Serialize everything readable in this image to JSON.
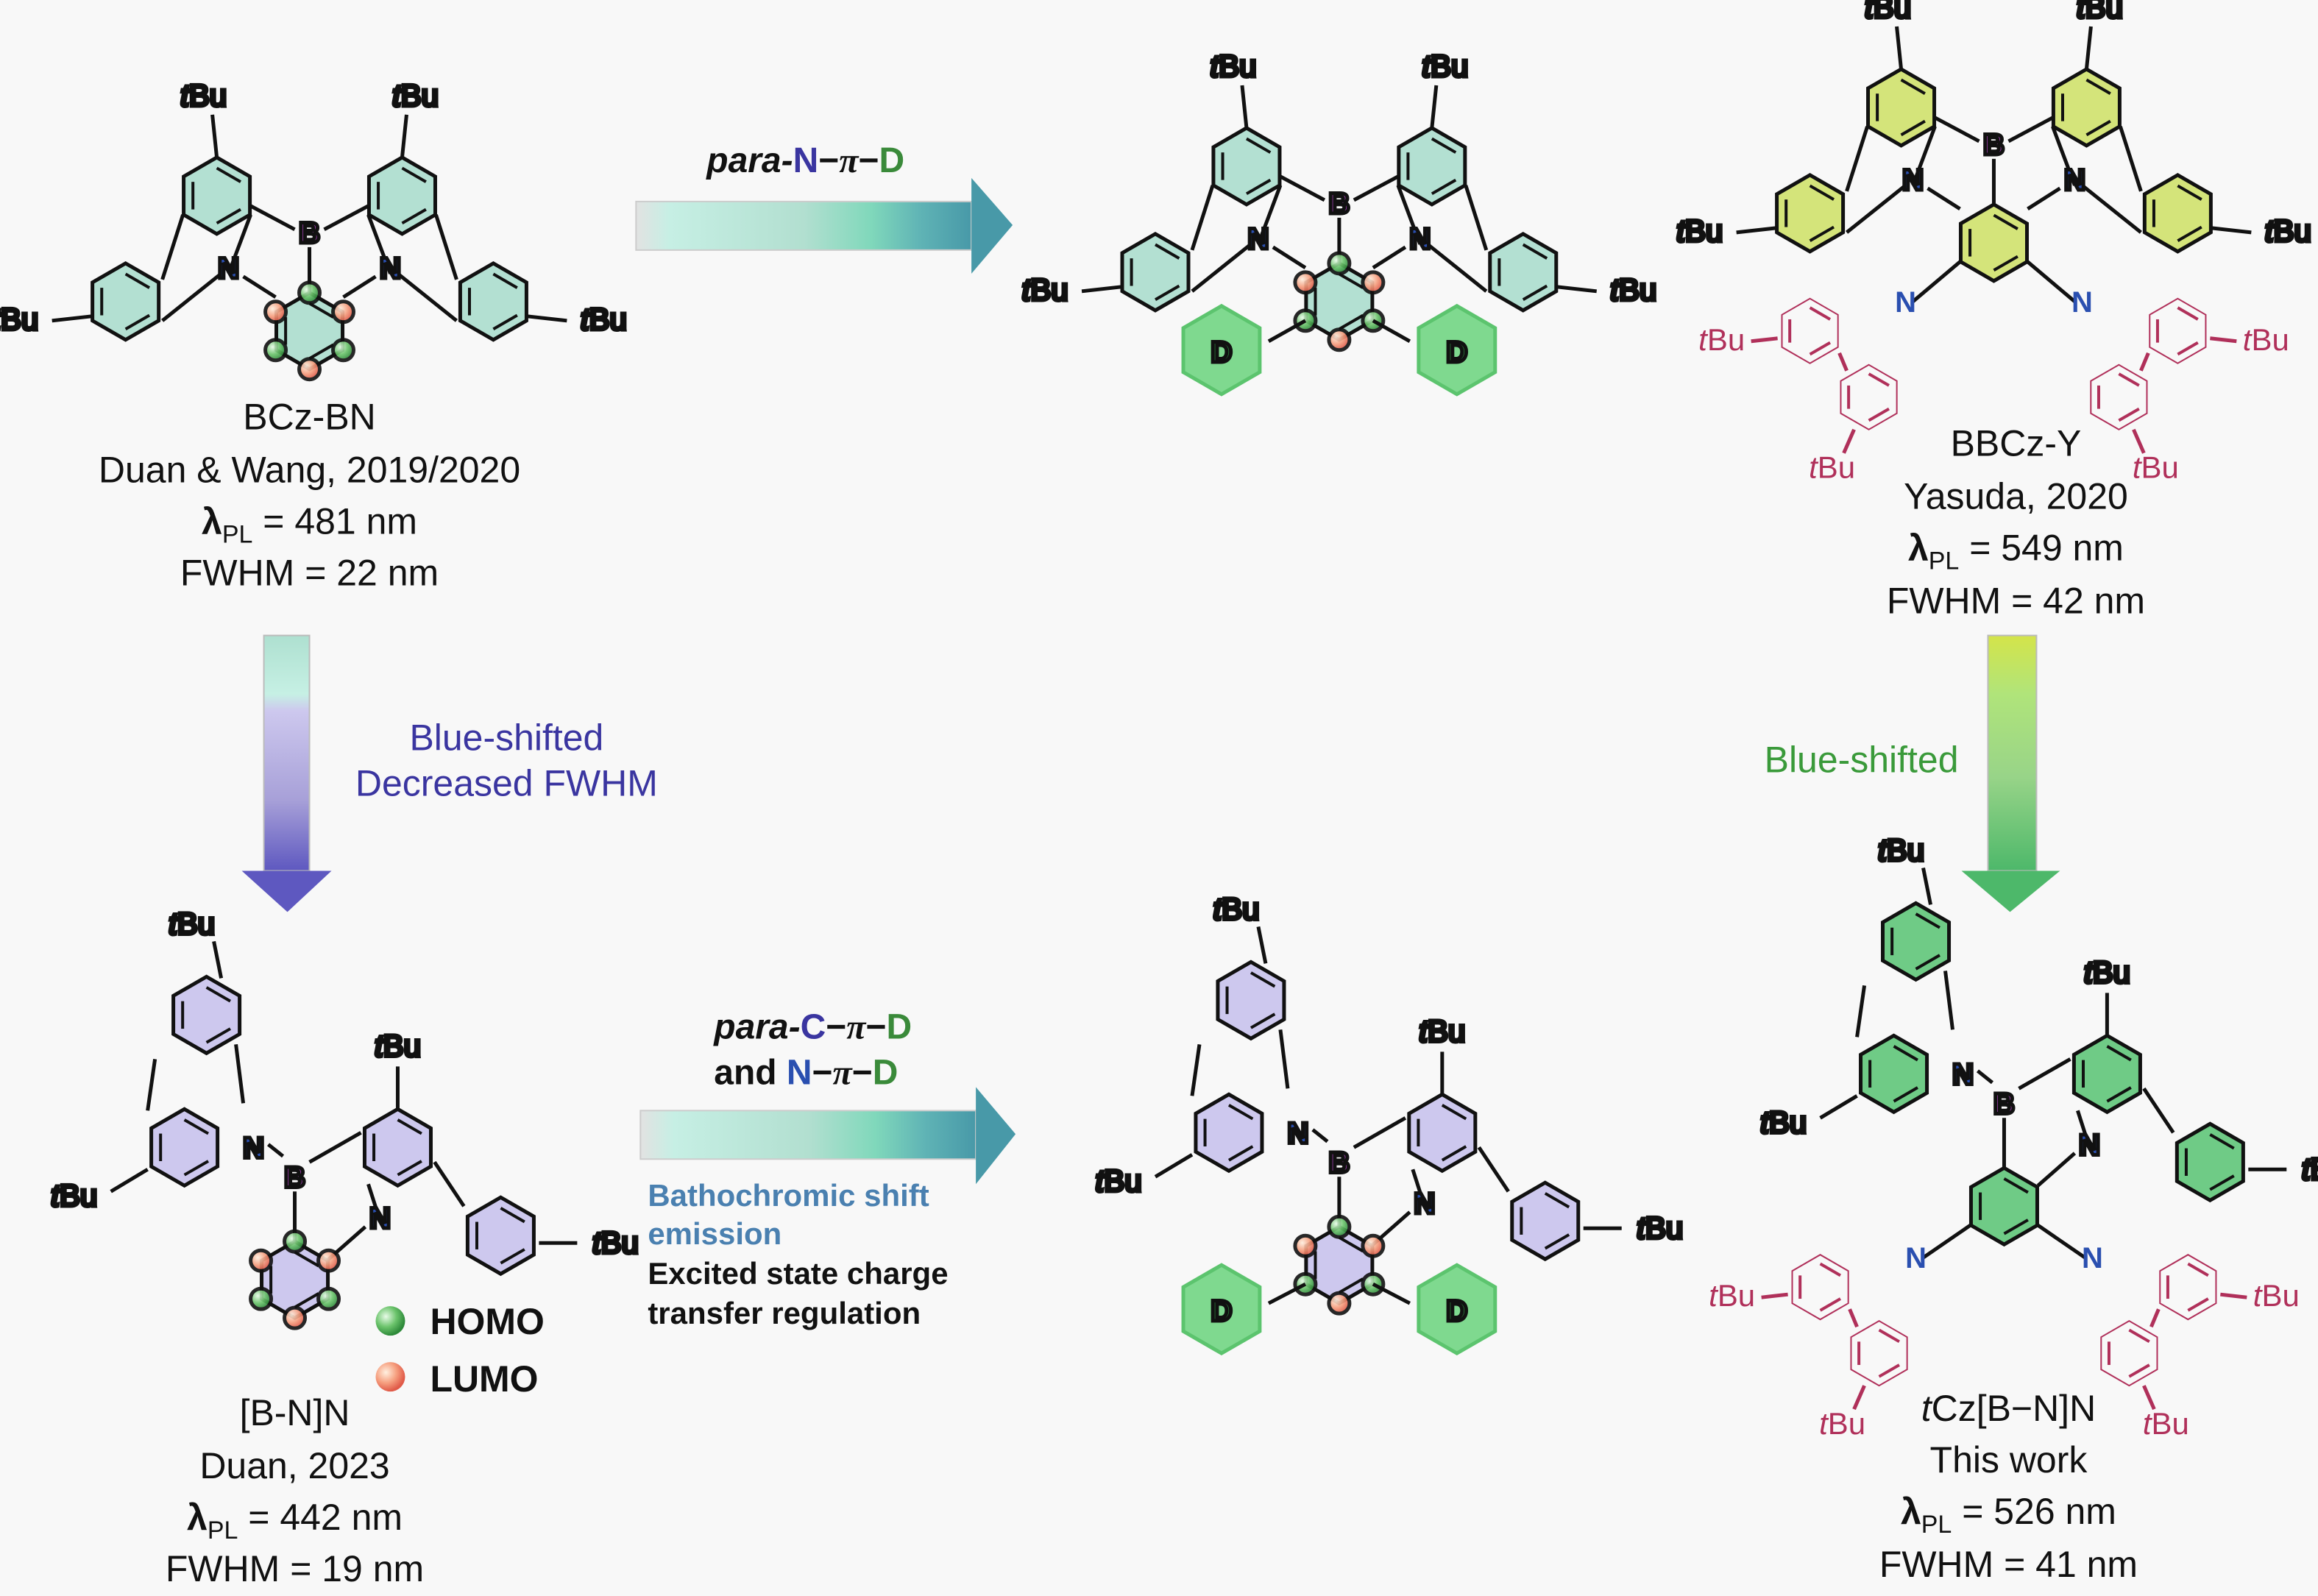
{
  "colors": {
    "background": "#f8f8f8",
    "teal_fill": "#b3e0d2",
    "lavender_fill": "#cdc8ee",
    "yellow_fill": "#d4e47a",
    "green_fill": "#6fcb86",
    "donor_fill": "#7fd98f",
    "donor_stroke": "#5cc46e",
    "carbazole_red": "#b0305a",
    "nitrogen_blue": "#2a4fb0",
    "boron_purple": "#a040b0",
    "homo_green": "#4caf50",
    "lumo_orange": "#f08060",
    "blue_shift_text": "#3a35a0",
    "green_text": "#3a9a3a",
    "batho_text": "#4a80b0"
  },
  "substituent_label": {
    "italic": "t",
    "rest": "Bu"
  },
  "donor_label": "D",
  "atom_labels": {
    "N": "N",
    "B": "B"
  },
  "molecules": {
    "bczbn": {
      "name": "BCz-BN",
      "ref": "Duan & Wang, 2019/2020",
      "lambda_symbol": "λ",
      "lambda_sub": "PL",
      "lambda_value": " = 481 nm",
      "fwhm": "FWHM = 22 nm"
    },
    "bbczy": {
      "name": "BBCz-Y",
      "ref": "Yasuda, 2020",
      "lambda_symbol": "λ",
      "lambda_sub": "PL",
      "lambda_value": " = 549 nm",
      "fwhm": "FWHM = 42 nm"
    },
    "bnn": {
      "name": "[B-N]N",
      "ref": "Duan, 2023",
      "lambda_symbol": "λ",
      "lambda_sub": "PL",
      "lambda_value": " = 442 nm",
      "fwhm": "FWHM = 19 nm"
    },
    "tczbnn": {
      "name_italic": "t",
      "name_rest": "Cz[B−N]N",
      "ref": "This work",
      "lambda_symbol": "λ",
      "lambda_sub": "PL",
      "lambda_value": " = 526 nm",
      "fwhm": "FWHM = 41 nm"
    }
  },
  "arrows": {
    "top": {
      "prefix": "para-",
      "a": "N",
      "link1": "−",
      "pi": "π",
      "link2": "−",
      "d": "D"
    },
    "bottom": {
      "line1_prefix": "para-",
      "line1_a": "C",
      "line1_link1": "−",
      "line1_pi": "π",
      "line1_link2": "−",
      "line1_d": "D",
      "line2_prefix": "and ",
      "line2_a": "N",
      "line2_link1": "−",
      "line2_pi": "π",
      "line2_link2": "−",
      "line2_d": "D",
      "note_blue_1": "Bathochromic shift",
      "note_blue_2": "emission",
      "note_black_1": "Excited state charge",
      "note_black_2": "transfer regulation"
    },
    "left_down": {
      "line1": "Blue-shifted",
      "line2": "Decreased FWHM"
    },
    "right_down": {
      "line1": "Blue-shifted"
    }
  },
  "legend": {
    "homo": "HOMO",
    "lumo": "LUMO"
  }
}
